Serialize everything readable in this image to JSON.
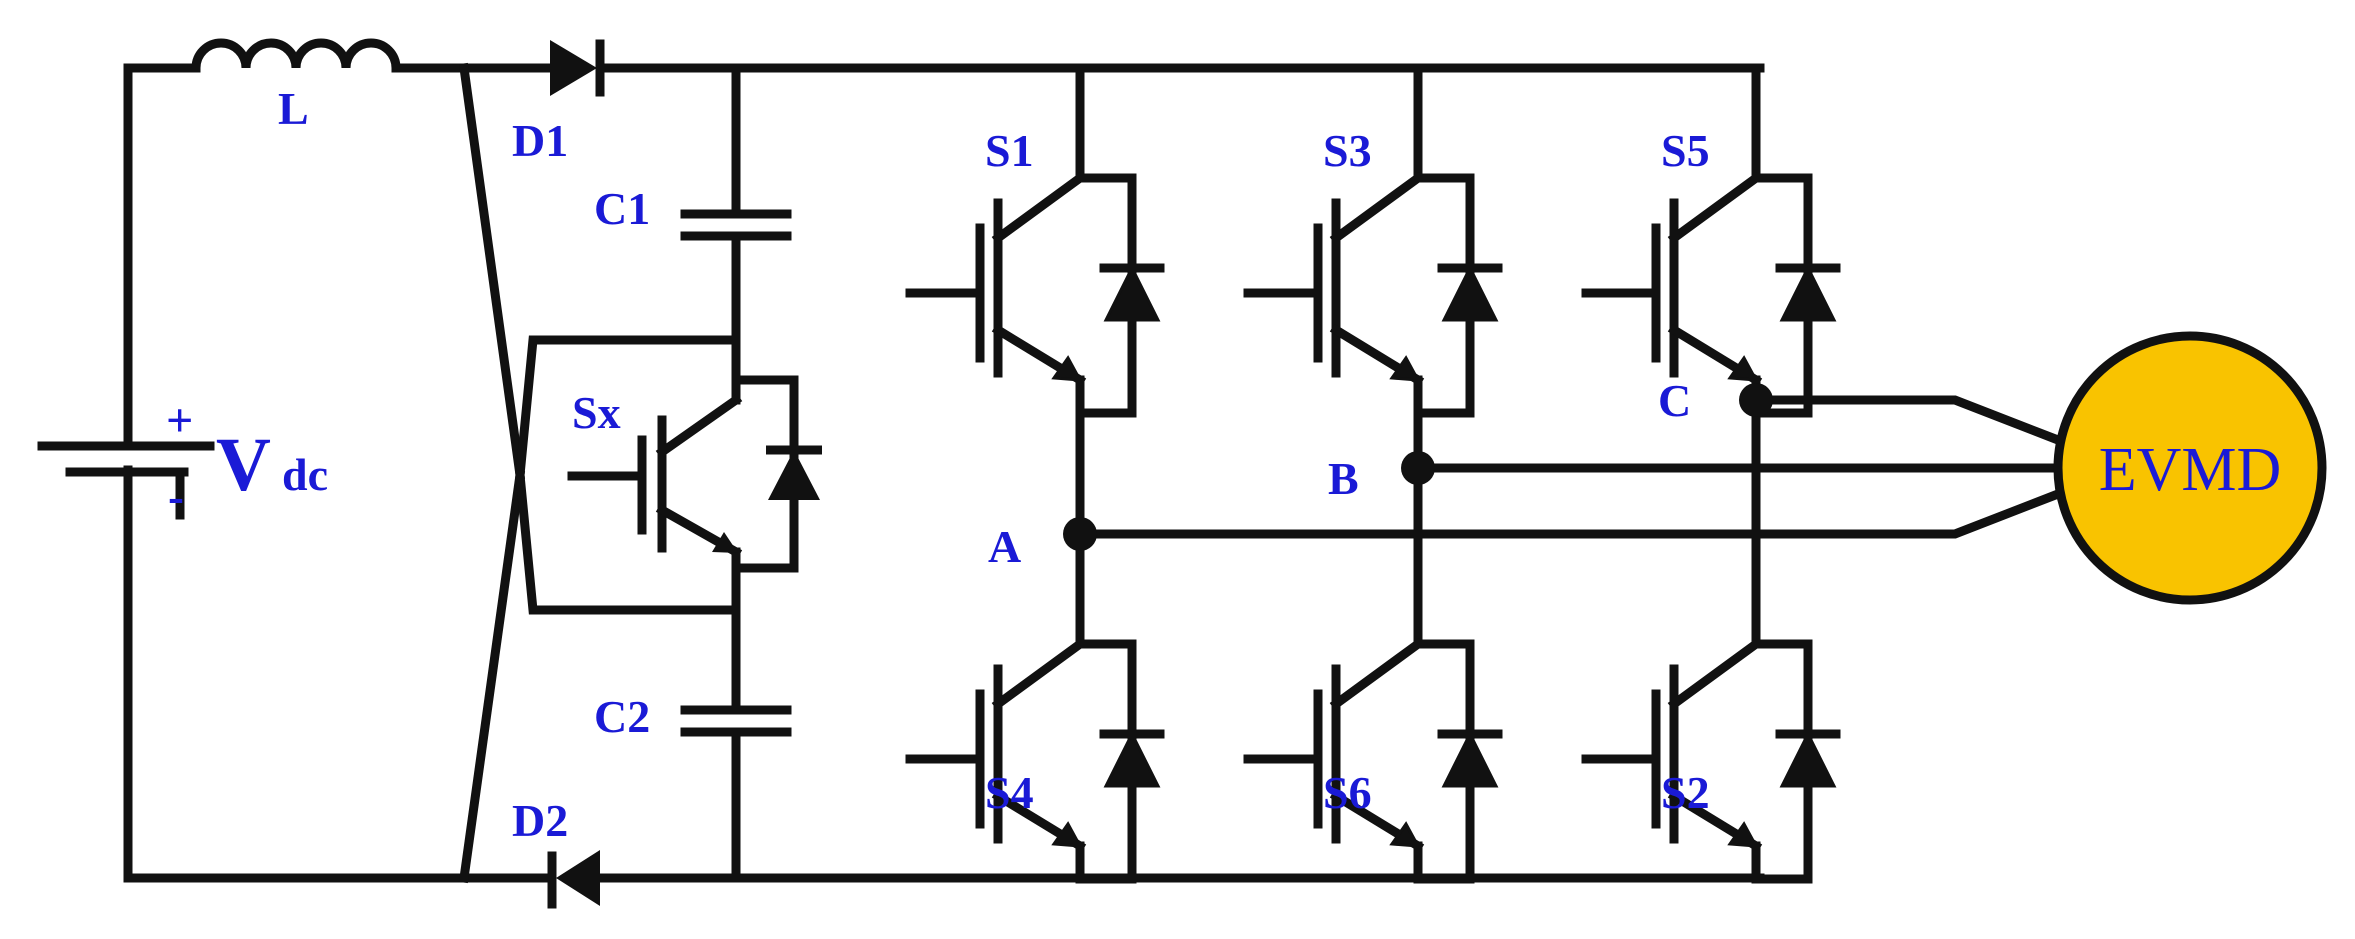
{
  "diagram": {
    "components": {
      "inductor": "L",
      "diode_top": "D1",
      "diode_bottom": "D2",
      "cap_top": "C1",
      "cap_bottom": "C2",
      "aux_switch": "Sx",
      "source_plus": "+",
      "source_minus": "-",
      "source_main": "V",
      "source_sub": "dc",
      "switches": [
        "S1",
        "S3",
        "S5",
        "S4",
        "S6",
        "S2"
      ],
      "nodes": [
        "A",
        "B",
        "C"
      ],
      "motor": "EVMD"
    },
    "colors": {
      "wire": "#111111",
      "label": "#1a1ad6",
      "motor_fill": "#f9c300",
      "motor_stroke": "#111111"
    }
  }
}
